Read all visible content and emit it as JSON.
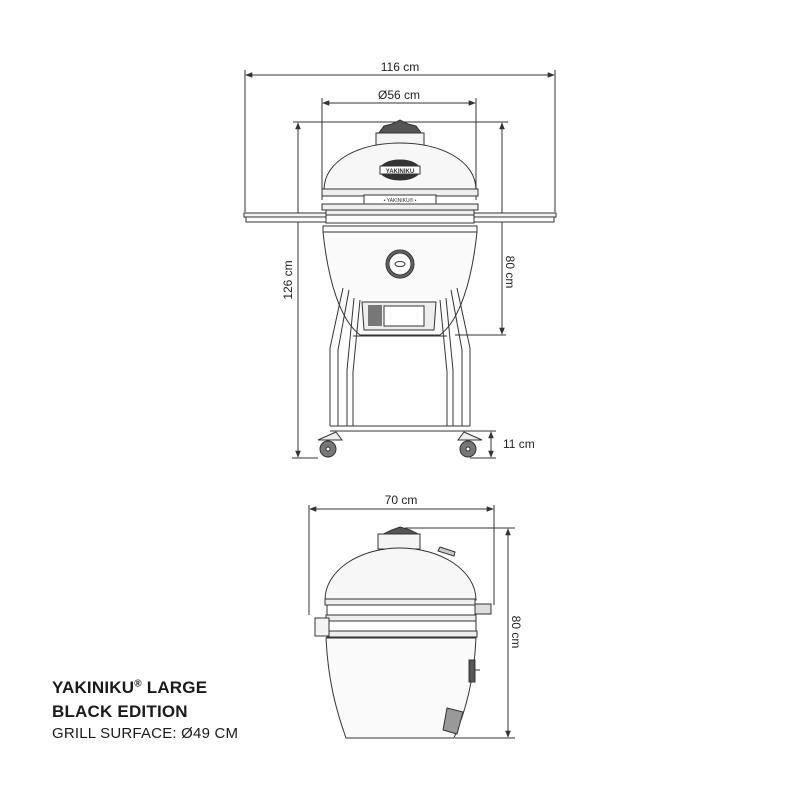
{
  "product": {
    "name": "YAKINIKU",
    "registered_mark": "®",
    "size": "LARGE",
    "edition": "BLACK EDITION",
    "grill_surface_label": "GRILL SURFACE:",
    "grill_surface_value": "Ø49 CM"
  },
  "front_view": {
    "dimensions": {
      "total_width": "116 cm",
      "dome_diameter": "Ø56 cm",
      "total_height": "126 cm",
      "body_height": "80 cm",
      "wheel_height": "11 cm"
    },
    "logo_text": "YAKINIKU",
    "band_label": "• YAKINIKU® •"
  },
  "side_view": {
    "dimensions": {
      "depth": "70 cm",
      "height": "80 cm"
    }
  },
  "colors": {
    "line": "#333333",
    "fill_light": "#f4f4f4",
    "fill_dark": "#555555",
    "text": "#1a1a1a"
  }
}
